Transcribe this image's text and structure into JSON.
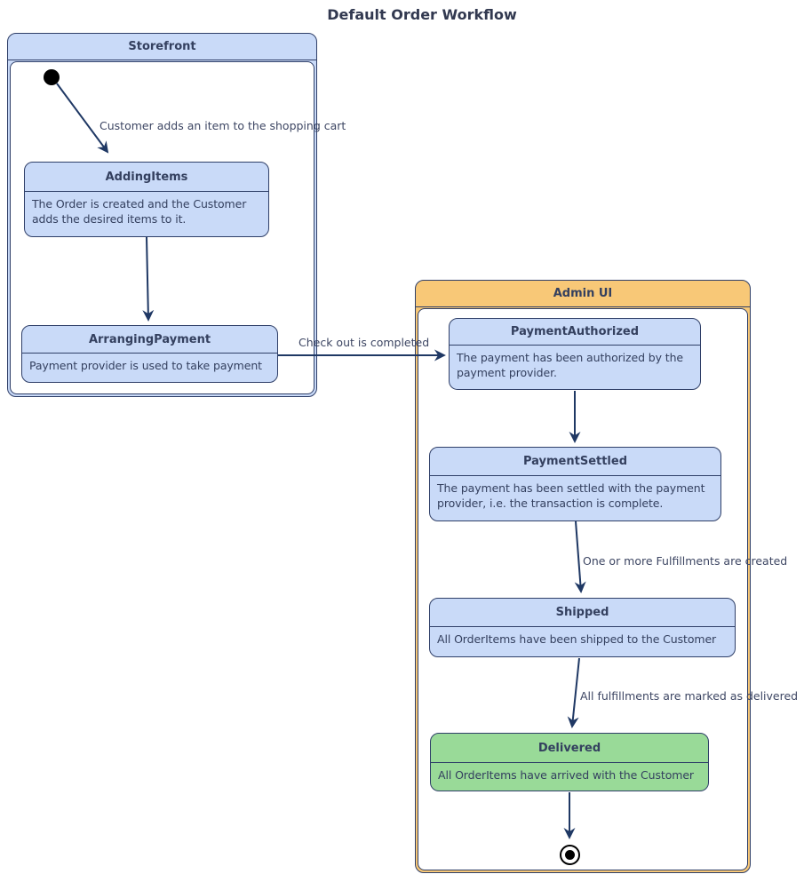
{
  "title": "Default Order Workflow",
  "colors": {
    "navy": "#2f3f68",
    "arrow": "#1f3864",
    "state-blue": "#c9daf8",
    "state-green": "#99da98",
    "orange": "#f8c877",
    "text": "#34405f",
    "label": "#3d4663",
    "title-text": "#323950"
  },
  "containers": {
    "storefront": {
      "label": "Storefront"
    },
    "admin_ui": {
      "label": "Admin UI"
    }
  },
  "states": {
    "adding_items": {
      "title": "AddingItems",
      "body": "The Order is created and the Customer adds the desired items to it."
    },
    "arranging_payment": {
      "title": "ArrangingPayment",
      "body": "Payment provider is used to take payment"
    },
    "payment_authorized": {
      "title": "PaymentAuthorized",
      "body": "The payment has been authorized by the payment provider."
    },
    "payment_settled": {
      "title": "PaymentSettled",
      "body": "The payment has been settled with the payment provider, i.e. the transaction is complete."
    },
    "shipped": {
      "title": "Shipped",
      "body": "All OrderItems have been shipped to the Customer"
    },
    "delivered": {
      "title": "Delivered",
      "body": "All OrderItems have arrived with the Customer"
    }
  },
  "transitions": {
    "add_item": {
      "label": "Customer adds an item to the shopping cart"
    },
    "checkout": {
      "label": "Check out is completed"
    },
    "fulfillments_created": {
      "label": "One or more Fulfillments are created"
    },
    "marked_delivered": {
      "label": "All fulfillments are marked as delivered"
    }
  },
  "icons": {
    "initial_state": "filled-circle",
    "final_state": "bullseye"
  }
}
